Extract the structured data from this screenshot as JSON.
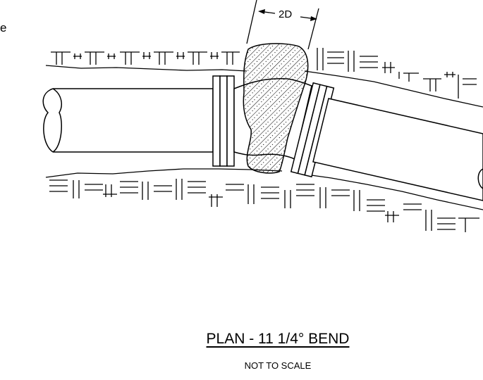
{
  "drawing": {
    "title": "PLAN - 11 1/4° BEND",
    "subtitle": "NOT TO SCALE",
    "dimension_label": "2D",
    "edge_mark": "e"
  },
  "elements": {
    "left_pipe": "left-pipe-segment",
    "right_pipe": "right-pipe-segment",
    "thrust_block": "concrete-thrust-block",
    "left_flange": "left-coupling-flange",
    "right_flange": "right-coupling-flange",
    "trench_wall_top": "undisturbed-soil-top",
    "trench_wall_bottom": "undisturbed-soil-bottom"
  },
  "colors": {
    "line": "#000000",
    "background": "#ffffff"
  }
}
